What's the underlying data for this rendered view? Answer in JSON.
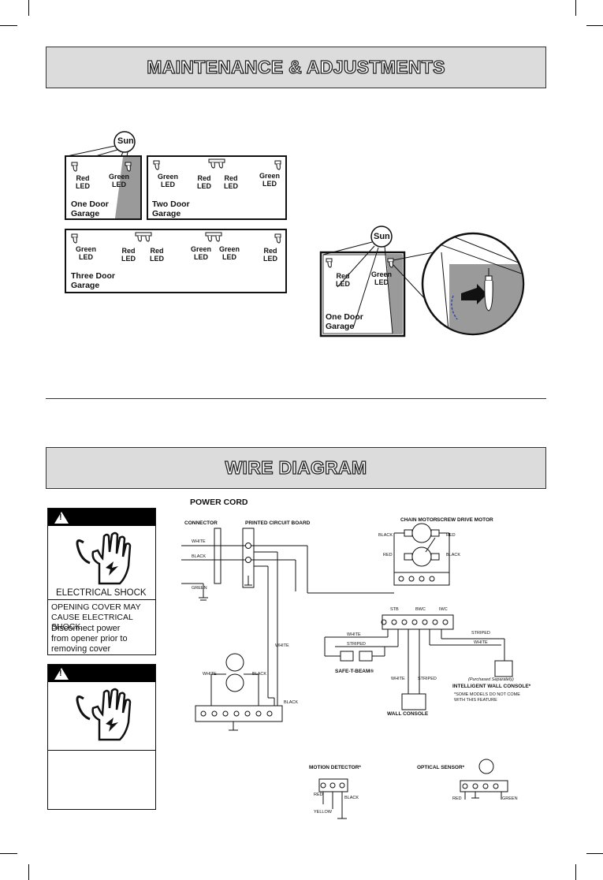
{
  "maintenance": {
    "title": "MAINTENANCE & ADJUSTMENTS",
    "sun_label": "Sun",
    "panel_one": {
      "red": "Red\nLED",
      "green": "Green\nLED",
      "garage": "One Door\nGarage"
    },
    "panel_two": {
      "green1": "Green\nLED",
      "red1": "Red\nLED",
      "red2": "Red\nLED",
      "green2": "Green\nLED",
      "garage": "Two Door\nGarage"
    },
    "panel_three": {
      "green1": "Green\nLED",
      "red1": "Red\nLED",
      "red2": "Red\nLED",
      "green2": "Green\nLED",
      "green3": "Green\nLED",
      "red3": "Red\nLED",
      "garage": "Three Door\nGarage"
    },
    "panel_right": {
      "sun": "Sun",
      "red": "Red\nLED",
      "green": "Green\nLED",
      "garage": "One Door\nGarage"
    }
  },
  "wire": {
    "title": "WIRE DIAGRAM",
    "power_cord": "POWER CORD",
    "connector": "CONNECTOR",
    "pcb": "PRINTED CIRCUIT BOARD",
    "chain_motor": "CHAIN MOTOR",
    "screw_motor": "SCREW DRIVE MOTOR",
    "white": "WHITE",
    "black": "BLACK",
    "green": "GREEN",
    "red": "RED",
    "striped": "STRIPED",
    "yellow": "YELLOW",
    "stb": "STB",
    "bwc": "BWC",
    "iwc": "IWC",
    "safe_t_beam": "SAFE-T-BEAM®",
    "wall_console": "WALL CONSOLE",
    "purchased": "(Purchased Separately)",
    "intelligent": "INTELLIGENT WALL CONSOLE*",
    "some_models": "*SOME MODELS DO NOT COME\nWITH THIS FEATURE",
    "motion": "MOTION DETECTOR*",
    "optical": "OPTICAL SENSOR*"
  },
  "warning1": {
    "exclaim": "!",
    "shock": "ELECTRICAL SHOCK",
    "line1": "OPENING COVER MAY",
    "line2": "CAUSE ELECTRICAL SHOCK",
    "line3": "Disconnect power",
    "line4": "from opener prior to",
    "line5": "removing cover"
  },
  "warning2": {
    "exclaim": "!"
  }
}
